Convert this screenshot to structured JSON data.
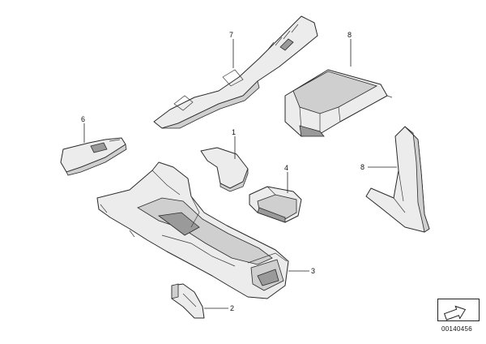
{
  "diagram": {
    "callouts": {
      "c1": "1",
      "c2": "2",
      "c3": "3",
      "c4": "4",
      "c6": "6",
      "c7": "7",
      "c8a": "8",
      "c8b": "8"
    },
    "document_number": "00140456",
    "nav_icon": "arrow-icon"
  }
}
